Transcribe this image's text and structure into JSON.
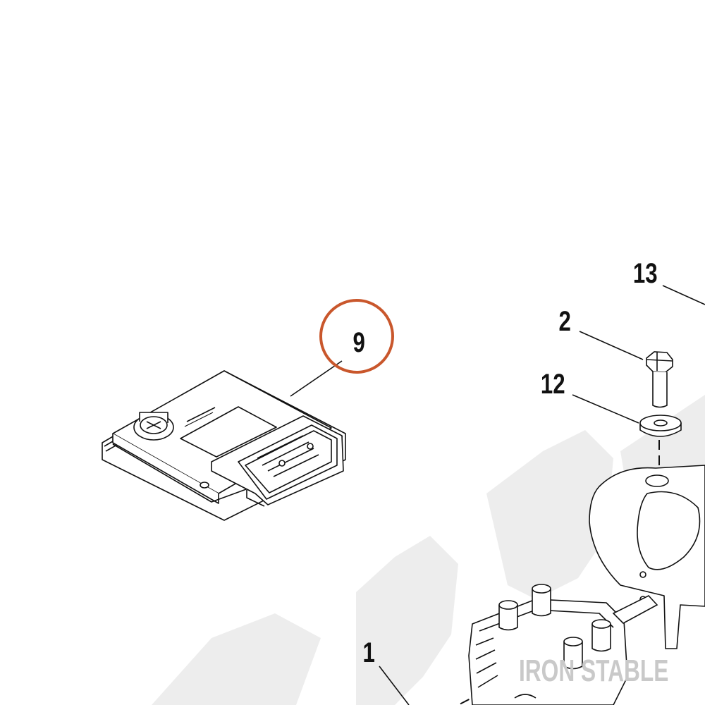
{
  "callouts": {
    "part_9": "9",
    "part_13": "13",
    "part_2": "2",
    "part_12": "12",
    "part_1": "1"
  },
  "highlight": {
    "target": "9",
    "color": "#C9572C"
  },
  "watermark": {
    "text": "IRON STABLE",
    "color": "#C9C9C9",
    "big_text_color": "#EDEDED"
  },
  "line_color": "#111111"
}
